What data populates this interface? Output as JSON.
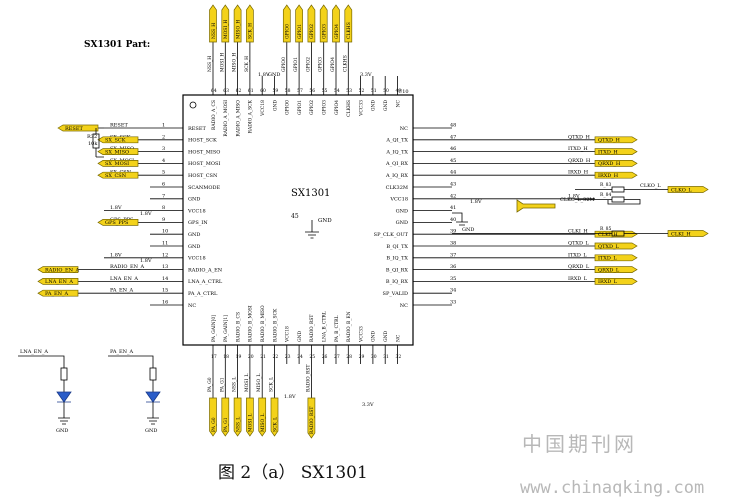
{
  "part_title": "SX1301 Part:",
  "chip_name": "SX1301",
  "ref_des": "U10",
  "center_pin": "45",
  "center_gnd": "GND",
  "caption": "图 2（a） SX1301",
  "watermark_cn": "中国期刊网",
  "watermark_url": "www.chinaqking.com",
  "left_pins": [
    {
      "num": "1",
      "name": "RESET",
      "net": "RESET",
      "port": "RESET"
    },
    {
      "num": "2",
      "name": "HOST_SCK",
      "net": "SX_SCK",
      "port": "SX_SCK"
    },
    {
      "num": "3",
      "name": "HOST_MISO",
      "net": "SX_MISO",
      "port": "SX_MISO"
    },
    {
      "num": "4",
      "name": "HOST_MOSI",
      "net": "SX_MOSI",
      "port": "SX_MOSI"
    },
    {
      "num": "5",
      "name": "HOST_CSN",
      "net": "SX_CSN",
      "port": "SX_CSN"
    },
    {
      "num": "6",
      "name": "SCANMODE",
      "net": "",
      "port": ""
    },
    {
      "num": "7",
      "name": "GND",
      "net": "",
      "port": ""
    },
    {
      "num": "8",
      "name": "VCC18",
      "net": "1.8V",
      "port": ""
    },
    {
      "num": "9",
      "name": "GPS_IN",
      "net": "GPS_PPS",
      "port": "GPS_PPS"
    },
    {
      "num": "10",
      "name": "GND",
      "net": "",
      "port": ""
    },
    {
      "num": "11",
      "name": "GND",
      "net": "",
      "port": ""
    },
    {
      "num": "12",
      "name": "VCC18",
      "net": "1.8V",
      "port": ""
    },
    {
      "num": "13",
      "name": "RADIO_A_EN",
      "net": "RADIO_EN_A",
      "port": "RADIO_EN_A"
    },
    {
      "num": "14",
      "name": "LNA_A_CTRL",
      "net": "LNA_EN_A",
      "port": "LNA_EN_A"
    },
    {
      "num": "15",
      "name": "PA_A_CTRL",
      "net": "PA_EN_A",
      "port": "PA_EN_A"
    },
    {
      "num": "16",
      "name": "NC",
      "net": "",
      "port": ""
    }
  ],
  "right_pins": [
    {
      "num": "48",
      "name": "NC",
      "net": "",
      "port": ""
    },
    {
      "num": "47",
      "name": "A_QI_TX",
      "net": "QTXD_H",
      "port": "QTXD_H"
    },
    {
      "num": "46",
      "name": "A_IQ_TX",
      "net": "ITXD_H",
      "port": "ITXD_H"
    },
    {
      "num": "45",
      "name": "A_QI_RX",
      "net": "QRXD_H",
      "port": "QRXD_H"
    },
    {
      "num": "44",
      "name": "A_IQ_RX",
      "net": "IRXD_H",
      "port": "IRXD_H"
    },
    {
      "num": "43",
      "name": "CLK32M",
      "net": "",
      "port": "CLKO_L"
    },
    {
      "num": "42",
      "name": "VCC18",
      "net": "1.8V",
      "port": ""
    },
    {
      "num": "41",
      "name": "GND",
      "net": "",
      "port": ""
    },
    {
      "num": "40",
      "name": "GND",
      "net": "",
      "port": ""
    },
    {
      "num": "39",
      "name": "SP_CLK_OUT",
      "net": "CLKI_H",
      "port": "CLKI_H"
    },
    {
      "num": "38",
      "name": "B_QI_TX",
      "net": "QTXD_L",
      "port": "QTXD_L"
    },
    {
      "num": "37",
      "name": "B_IQ_TX",
      "net": "ITXD_L",
      "port": "ITXD_L"
    },
    {
      "num": "36",
      "name": "B_QI_RX",
      "net": "QRXD_L",
      "port": "QRXD_L"
    },
    {
      "num": "35",
      "name": "B_IQ_RX",
      "net": "IRXD_L",
      "port": "IRXD_L"
    },
    {
      "num": "34",
      "name": "SP_VALID",
      "net": "",
      "port": ""
    },
    {
      "num": "33",
      "name": "NC",
      "net": "",
      "port": ""
    }
  ],
  "top_pins": [
    {
      "num": "64",
      "name": "RADIO_A_CS",
      "port": "NSS_H"
    },
    {
      "num": "63",
      "name": "RADIO_A_MOSI",
      "port": "MOSI_H"
    },
    {
      "num": "62",
      "name": "RADIO_A_MISO",
      "port": "MISO_H"
    },
    {
      "num": "61",
      "name": "RADIO_A_SCK",
      "port": "SCK_H"
    },
    {
      "num": "60",
      "name": "VCC18",
      "port": ""
    },
    {
      "num": "59",
      "name": "GND",
      "port": ""
    },
    {
      "num": "58",
      "name": "GPIO0",
      "port": "GPIO0"
    },
    {
      "num": "57",
      "name": "GPIO1",
      "port": "GPIO1"
    },
    {
      "num": "56",
      "name": "GPIO2",
      "port": "GPIO2"
    },
    {
      "num": "55",
      "name": "GPIO3",
      "port": "GPIO3"
    },
    {
      "num": "54",
      "name": "GPIO4",
      "port": "GPIO4"
    },
    {
      "num": "53",
      "name": "CLKHS",
      "port": "CLKHS"
    },
    {
      "num": "52",
      "name": "VCC33",
      "port": ""
    },
    {
      "num": "51",
      "name": "GND",
      "port": ""
    },
    {
      "num": "50",
      "name": "GND",
      "port": ""
    },
    {
      "num": "49",
      "name": "NC",
      "port": ""
    }
  ],
  "bottom_pins": [
    {
      "num": "17",
      "name": "PA_GAIN[0]",
      "port": "PA_G0"
    },
    {
      "num": "18",
      "name": "PA_GAIN[1]",
      "port": "PA_G1"
    },
    {
      "num": "19",
      "name": "RADIO_B_CS",
      "port": "NSS_L"
    },
    {
      "num": "20",
      "name": "RADIO_B_MOSI",
      "port": "MOSI_L"
    },
    {
      "num": "21",
      "name": "RADIO_B_MISO",
      "port": "MISO_L"
    },
    {
      "num": "22",
      "name": "RADIO_B_SCK",
      "port": "SCK_L"
    },
    {
      "num": "23",
      "name": "VCC18",
      "port": ""
    },
    {
      "num": "24",
      "name": "GND",
      "port": ""
    },
    {
      "num": "25",
      "name": "RADIO_RST",
      "port": "RADIO_RST"
    },
    {
      "num": "26",
      "name": "LNA_B_CTRL",
      "port": ""
    },
    {
      "num": "27",
      "name": "PA_B_CTRL",
      "port": ""
    },
    {
      "num": "28",
      "name": "RADIO_B_EN",
      "port": ""
    },
    {
      "num": "29",
      "name": "VCC33",
      "port": ""
    },
    {
      "num": "30",
      "name": "GND",
      "port": ""
    },
    {
      "num": "31",
      "name": "GND",
      "port": ""
    },
    {
      "num": "32",
      "name": "NC",
      "port": ""
    }
  ],
  "misc": {
    "r_label": "R32",
    "r_value": "10k",
    "r_rail": "1.8V",
    "r_top_rail": "1.8V",
    "top_vcc18": "1.8V",
    "top_vcc33": "3.3V",
    "gnd": "GND",
    "bottom_vcc18": "1.8V",
    "bottom_vcc33": "3.3V",
    "right_vcc18": "1.8V",
    "clk_port": "CLKO_L_32M",
    "clk_net": "CLKO_L_32M",
    "clk_net_top": "CLKO_L",
    "r_clk1": "R_83",
    "r_clk2": "R_84",
    "r_clk3": "R_85",
    "left_pins_numbers_extra": "",
    "led1_label": "LNA_EN_A",
    "led2_label": "PA_EN_A"
  }
}
